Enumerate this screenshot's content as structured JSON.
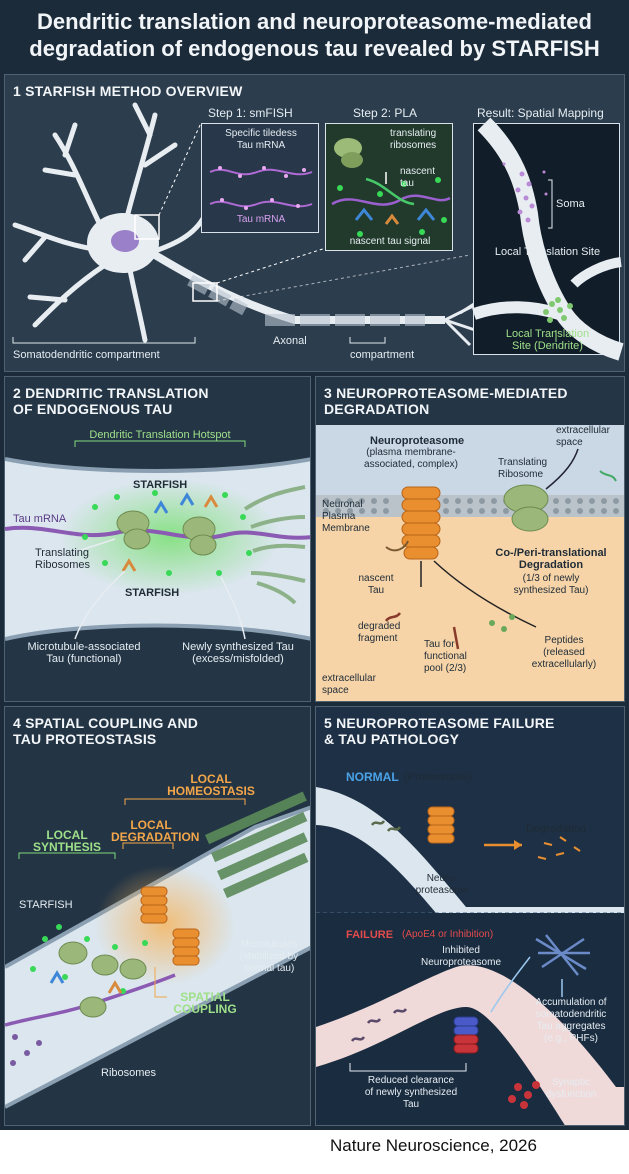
{
  "title": "Dendritic translation and neuroproteasome-mediated\ndegradation of endogenous tau revealed by STARFISH",
  "credit": "Nature Neuroscience, 2026",
  "panel1": {
    "heading": "1  STARFISH METHOD OVERVIEW",
    "step1_title": "Step 1: smFISH",
    "step1_text": "Specific tiledess\nTau mRNA",
    "step1_label": "Tau mRNA",
    "step2_title": "Step 2: PLA",
    "step2_translating": "translating\nribosomes",
    "step2_nascent": "nascent\ntau",
    "step2_signal": "nascent tau signal",
    "result_title": "Result: Spatial Mapping",
    "result_soma": "Soma",
    "result_local_site": "Local Translation Site",
    "result_dendrite": "Local Translation\nSite (Dendrite)",
    "somato_label": "Somatodendritic compartment",
    "axonal_label": "Axonal",
    "compartment_label": "compartment"
  },
  "panel2": {
    "heading": "2  DENDRITIC TRANSLATION\n    OF ENDOGENOUS TAU",
    "hotspot": "Dendritic Translation Hotspot",
    "starfish_top": "STARFISH",
    "starfish_bottom": "STARFISH",
    "tau_mrna": "Tau mRNA",
    "translating": "Translating\nRibosomes",
    "microtubule": "Microtubule-associated\nTau (functional)",
    "newly": "Newly synthesized Tau\n(excess/misfolded)"
  },
  "panel3": {
    "heading": "3  NEUROPROTEASOME-MEDIATED\n    DEGRADATION",
    "neuroproteasome": "Neuroproteasome",
    "neuroproteasome_sub": "(plasma membrane-\nassociated, complex)",
    "extracellular_top": "extracellular\nspace",
    "translating": "Translating\nRibosome",
    "membrane": "Neuronal\nPlasma\nMembrane",
    "coperi": "Co-/Peri-translational\nDegradation",
    "coperi_sub": "(1/3 of newly\nsynthesized Tau)",
    "nascent": "nascent\nTau",
    "degraded": "degraded\nfragment",
    "tau_pool": "Tau for\nfunctional\npool (2/3)",
    "peptides": "Peptides\n(released\nextracellularly)",
    "extracellular_bottom": "extracellular\nspace"
  },
  "panel4": {
    "heading": "4  SPATIAL COUPLING AND\n    TAU PROTEOSTASIS",
    "local_homeostasis": "LOCAL\nHOMEOSTASIS",
    "local_degradation": "LOCAL\nDEGRADATION",
    "local_synthesis": "LOCAL\nSYNTHESIS",
    "starfish": "STARFISH",
    "microtubules": "Microtubules\n(stabilized by\nnormal tau)",
    "spatial_coupling": "SPATIAL\nCOUPLING",
    "ribosomes": "Ribosomes"
  },
  "panel5": {
    "heading": "5  NEUROPROTEASOME FAILURE\n    & TAU PATHOLOGY",
    "normal": "NORMAL",
    "normal_sub": "(Proteostasis)",
    "degradation": "Degradation",
    "neuro_proteasome": "Neuro-\nproteasome",
    "failure": "FAILURE",
    "failure_sub": "(ApoE4 or Inhibition)",
    "inhibited": "Inhibited\nNeuroproteasome",
    "accumulation": "Accumulation of\nsomatodendritic\nTau aggregates\n(e.g., PHFs)",
    "synaptic": "Synaptic\ndysfunction",
    "reduced": "Reduced clearance\nof newly synthesized\nTau"
  },
  "colors": {
    "background": "#1b2b3a",
    "ribosome_green": "#8fb06a",
    "proteasome_orange": "#e98f2f",
    "mrna_purple": "#8b5ab3",
    "signal_green": "#38d957",
    "failure_red": "#e24b4b",
    "normal_blue": "#4aa3e8"
  }
}
